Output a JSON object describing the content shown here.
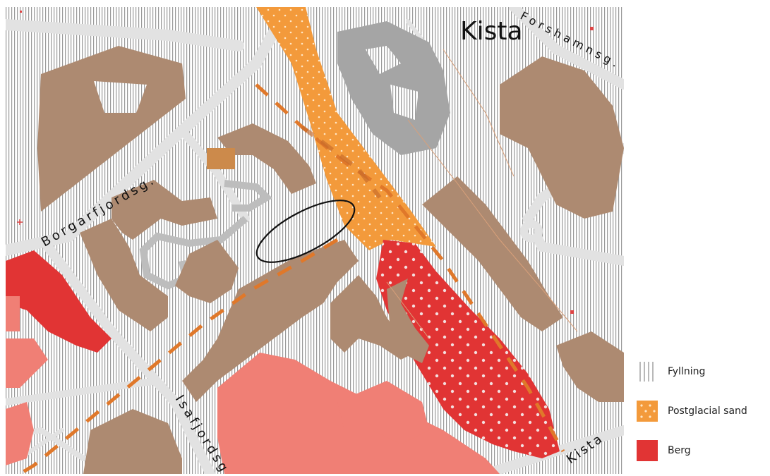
{
  "map": {
    "place_label": "Kista",
    "streets": {
      "forshamnsg": "Forshamnsg.",
      "borgarfjordsg": "Borgarfjordsg.",
      "isafjordsg": "Isafjordsg.",
      "kista": "Kista"
    }
  },
  "legend": {
    "items": [
      {
        "label": "Fyllning",
        "pattern": "vertical-lines",
        "color": "#8a8a8a"
      },
      {
        "label": "Postglacial sand",
        "pattern": "dotted",
        "color": "#f39a3b"
      },
      {
        "label": "Berg",
        "pattern": "solid",
        "color": "#e13434"
      }
    ]
  },
  "colors": {
    "building": "#ad8a71",
    "building_highlight": "#cc8a4b",
    "building_pink": "#f07f75",
    "building_gray": "#a5a5a5",
    "sand": "#f39a3b",
    "berg": "#e13434",
    "road": "#e6e6e6",
    "dash_line": "#e0782a"
  }
}
